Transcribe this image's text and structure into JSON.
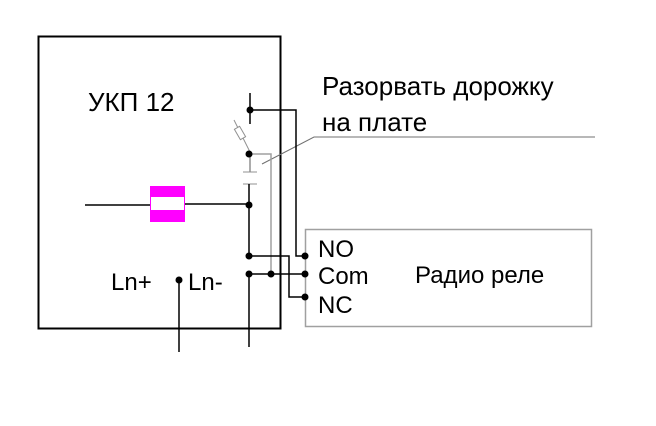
{
  "diagram": {
    "device": {
      "title": "УКП 12",
      "terminals": {
        "ln_plus": "Ln+",
        "ln_minus": "Ln-"
      }
    },
    "annotation": {
      "line1": "Разорвать дорожку",
      "line2": "на плате"
    },
    "relay": {
      "title": "Радио реле",
      "contacts": {
        "no": "NO",
        "com": "Com",
        "nc": "NC"
      }
    },
    "colors": {
      "wire": "#000000",
      "trace": "#a0a0a0",
      "fuse": "#ff00ff",
      "relay_border": "#a0a0a0",
      "leader": "#707070"
    }
  }
}
